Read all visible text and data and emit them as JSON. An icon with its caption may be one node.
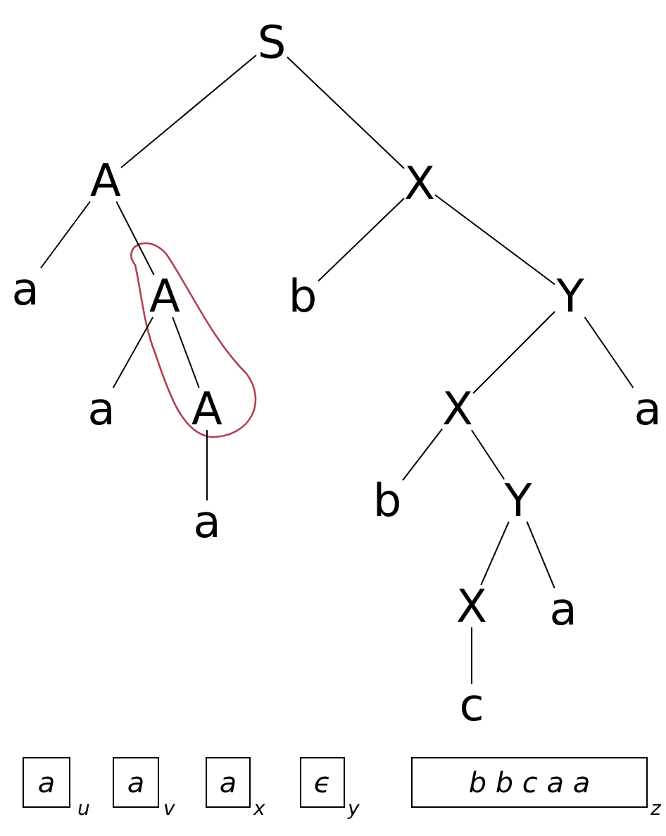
{
  "diagram": {
    "nodes": [
      {
        "text": [
          "S"
        ]
      },
      {
        "text": [
          "A"
        ]
      },
      {
        "text": [
          "X"
        ]
      },
      {
        "text": [
          "a"
        ]
      },
      {
        "text": [
          "A"
        ]
      },
      {
        "text": [
          "b"
        ]
      },
      {
        "text": [
          "Y"
        ]
      },
      {
        "text": [
          "a"
        ]
      },
      {
        "text": [
          "A"
        ]
      },
      {
        "text": [
          "X"
        ]
      },
      {
        "text": [
          "a"
        ]
      },
      {
        "text": [
          "a"
        ]
      },
      {
        "text": [
          "b"
        ]
      },
      {
        "text": [
          "Y"
        ]
      },
      {
        "text": [
          "X"
        ]
      },
      {
        "text": [
          "a"
        ]
      },
      {
        "text": [
          "c"
        ]
      },
      {
        "text": [
          "a"
        ],
        "beside": [
          "u"
        ]
      },
      {
        "text": [
          "a"
        ],
        "beside": [
          "v"
        ]
      },
      {
        "text": [
          "a"
        ],
        "beside": [
          "x"
        ]
      },
      {
        "text": [
          "ϵ"
        ],
        "beside": [
          "y"
        ]
      },
      {
        "text": [
          "b b c a a"
        ],
        "beside": [
          "z"
        ]
      }
    ],
    "edges": [
      {
        "from": 0,
        "to": 1,
        "arrow": "none"
      },
      {
        "from": 0,
        "to": 2,
        "arrow": "none"
      },
      {
        "from": 1,
        "to": 3,
        "arrow": "none"
      },
      {
        "from": 1,
        "to": 4,
        "arrow": "none"
      },
      {
        "from": 2,
        "to": 5,
        "arrow": "none"
      },
      {
        "from": 2,
        "to": 6,
        "arrow": "none"
      },
      {
        "from": 4,
        "to": 7,
        "arrow": "none"
      },
      {
        "from": 4,
        "to": 8,
        "arrow": "none"
      },
      {
        "from": 6,
        "to": 9,
        "arrow": "none"
      },
      {
        "from": 6,
        "to": 10,
        "arrow": "none"
      },
      {
        "from": 8,
        "to": 11,
        "arrow": "none"
      },
      {
        "from": 9,
        "to": 12,
        "arrow": "none"
      },
      {
        "from": 9,
        "to": 13,
        "arrow": "none"
      },
      {
        "from": 13,
        "to": 14,
        "arrow": "none"
      },
      {
        "from": 13,
        "to": 15,
        "arrow": "none"
      },
      {
        "from": 14,
        "to": 16,
        "arrow": "none"
      }
    ]
  }
}
